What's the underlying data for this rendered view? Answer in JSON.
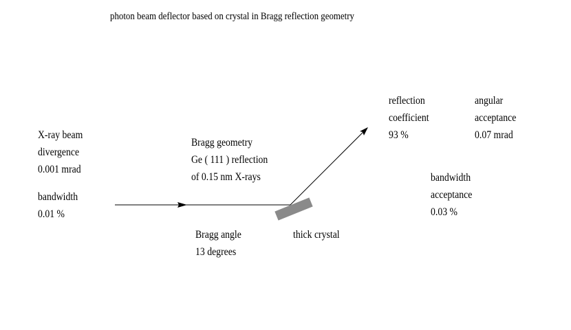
{
  "title": "photon beam deflector based on crystal in Bragg reflection geometry",
  "incoming": {
    "line1": "X-ray beam",
    "line2": "divergence",
    "line3": "0.001 mrad",
    "line4": "bandwidth",
    "line5": "0.01 %"
  },
  "geometry": {
    "line1": "Bragg geometry",
    "line2": "Ge ( 111 ) reflection",
    "line3": "of 0.15 nm X-rays"
  },
  "bragg_angle": {
    "line1": "Bragg angle",
    "line2": "13 degrees"
  },
  "crystal_label": "thick crystal",
  "reflection": {
    "line1": "reflection",
    "line2": "coefficient",
    "line3": "93 %"
  },
  "angular": {
    "line1": "angular",
    "line2": "acceptance",
    "line3": "0.07 mrad"
  },
  "bandwidth_acc": {
    "line1": "bandwidth",
    "line2": "acceptance",
    "line3": "0.03 %"
  },
  "colors": {
    "crystal": "#8a8a8a",
    "line": "#000000"
  }
}
